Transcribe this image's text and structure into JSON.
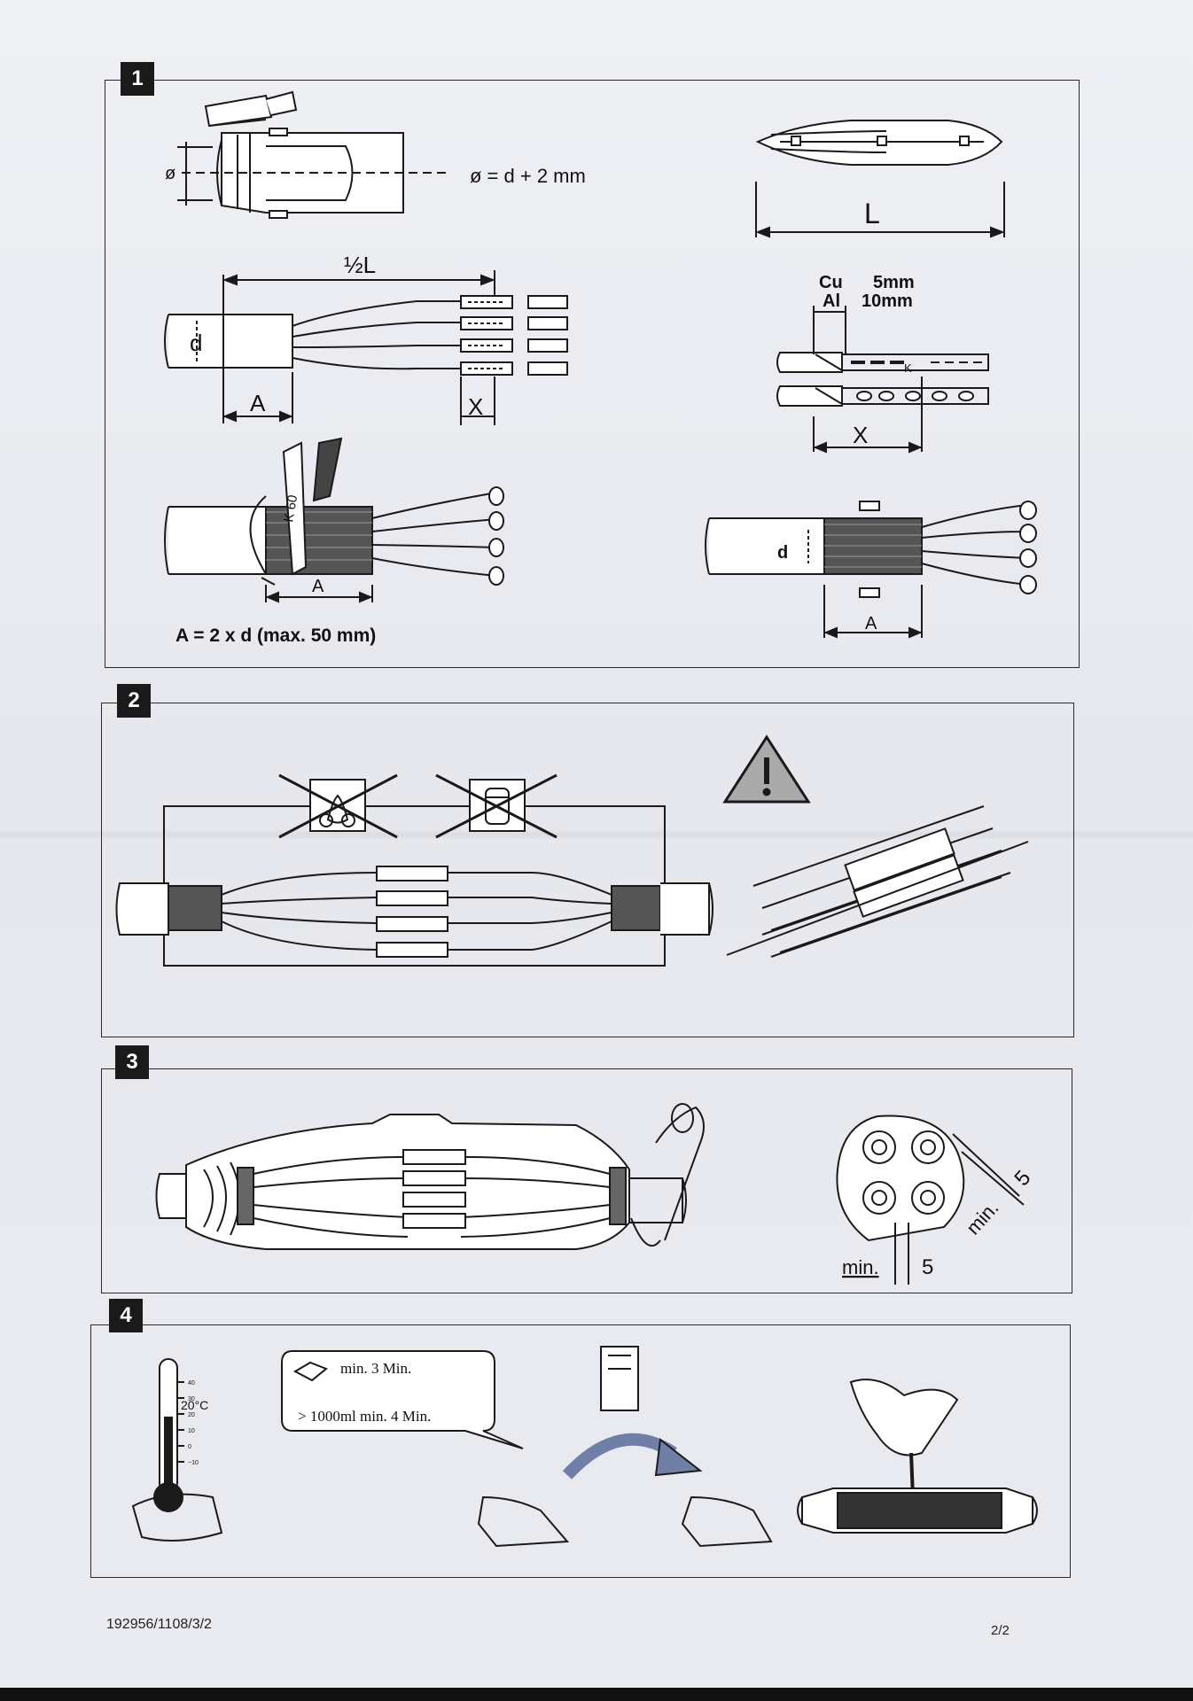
{
  "panels": [
    {
      "number": "1"
    },
    {
      "number": "2"
    },
    {
      "number": "3"
    },
    {
      "number": "4"
    }
  ],
  "step1": {
    "diameter_symbol": "ø",
    "diameter_formula": "ø = d + 2 mm",
    "length_label": "L",
    "half_length_label": "½L",
    "d_label": "d",
    "a_label": "A",
    "x_label": "X",
    "cu_label": "Cu",
    "cu_value": "5mm",
    "al_label": "Al",
    "al_value": "10mm",
    "tape_text": "K 60",
    "k_mark": "K",
    "area_formula": "A = 2 x d (max. 50 mm)"
  },
  "step3": {
    "min_label": "min.",
    "min_value": "5"
  },
  "step4": {
    "temperature": "20°C",
    "thermo_ticks": [
      "40",
      "30",
      "20",
      "10",
      "0",
      "−10"
    ],
    "mix_line_1": "min.  3 Min.",
    "mix_line_2": "> 1000ml min. 4 Min."
  },
  "footer": {
    "doc_code": "192956/1108/3/2",
    "page": "2/2"
  },
  "colors": {
    "ink": "#1a1a1a",
    "paper": "#e9ebf0",
    "arrow_fill": "#6f7fa8"
  }
}
